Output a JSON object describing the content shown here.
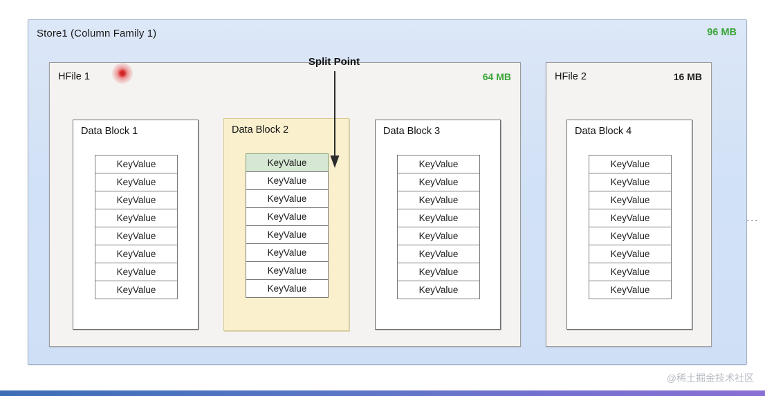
{
  "store": {
    "title": "Store1 (Column Family 1)",
    "size": "96 MB",
    "size_color": "#39a538"
  },
  "annotation": {
    "split_point_label": "Split Point"
  },
  "hfiles": [
    {
      "name": "HFile 1",
      "size": "64 MB",
      "size_color": "#39a538",
      "blocks": [
        {
          "title": "Data Block 1",
          "highlighted": false,
          "keyvalues": [
            "KeyValue",
            "KeyValue",
            "KeyValue",
            "KeyValue",
            "KeyValue",
            "KeyValue",
            "KeyValue",
            "KeyValue"
          ],
          "split_index": -1
        },
        {
          "title": "Data Block 2",
          "highlighted": true,
          "keyvalues": [
            "KeyValue",
            "KeyValue",
            "KeyValue",
            "KeyValue",
            "KeyValue",
            "KeyValue",
            "KeyValue",
            "KeyValue"
          ],
          "split_index": 0
        },
        {
          "title": "Data Block 3",
          "highlighted": false,
          "keyvalues": [
            "KeyValue",
            "KeyValue",
            "KeyValue",
            "KeyValue",
            "KeyValue",
            "KeyValue",
            "KeyValue",
            "KeyValue"
          ],
          "split_index": -1
        }
      ]
    },
    {
      "name": "HFile 2",
      "size": "16 MB",
      "size_color": "#1d1d1d",
      "blocks": [
        {
          "title": "Data Block 4",
          "highlighted": false,
          "keyvalues": [
            "KeyValue",
            "KeyValue",
            "KeyValue",
            "KeyValue",
            "KeyValue",
            "KeyValue",
            "KeyValue",
            "KeyValue"
          ],
          "split_index": -1
        }
      ]
    }
  ],
  "more_files_ellipsis": "...",
  "watermark": "@稀土掘金技术社区",
  "colors": {
    "store_fill": "#d5e3f7",
    "hfile_fill": "#f4f3f1",
    "block_highlight_fill": "#fbf0ce",
    "keyvalue_split_fill": "#d6e7d3",
    "accent_green": "#39a538",
    "cursor_dot": "#c31d1d"
  }
}
